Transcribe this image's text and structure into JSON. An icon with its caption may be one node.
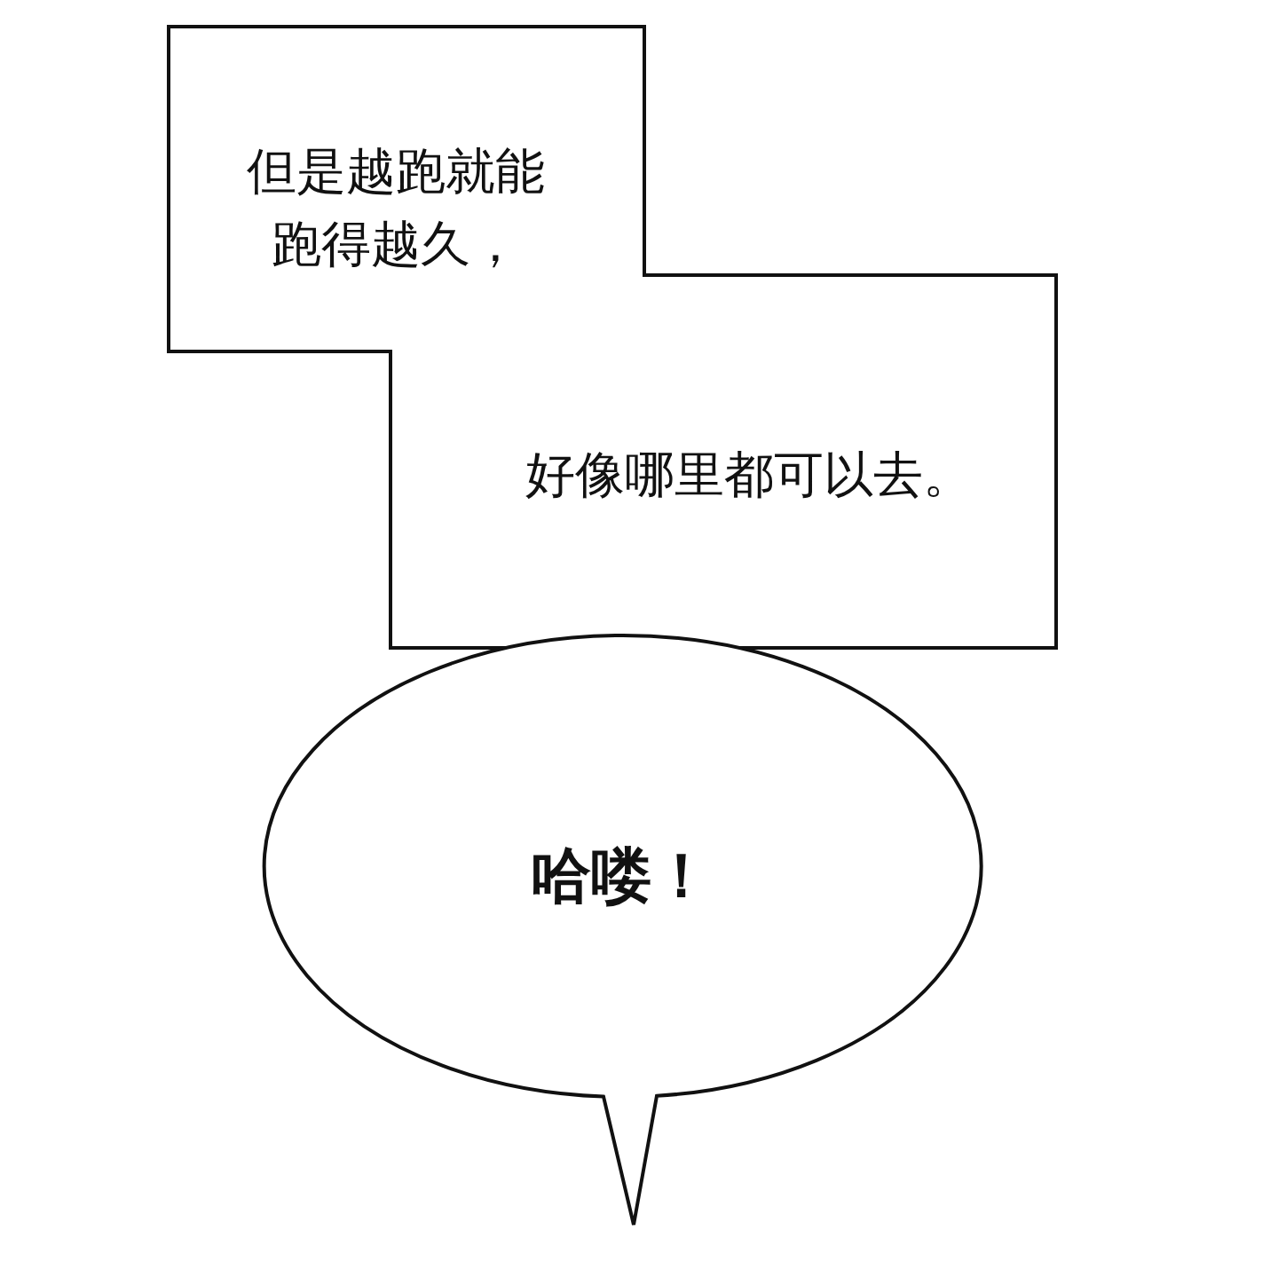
{
  "diagram": {
    "nodes": [
      {
        "text": [
          "但是越跑就能跑得越久，",
          "好像哪里都可以去。"
        ]
      },
      {
        "text": [
          "哈喽！"
        ]
      }
    ]
  }
}
